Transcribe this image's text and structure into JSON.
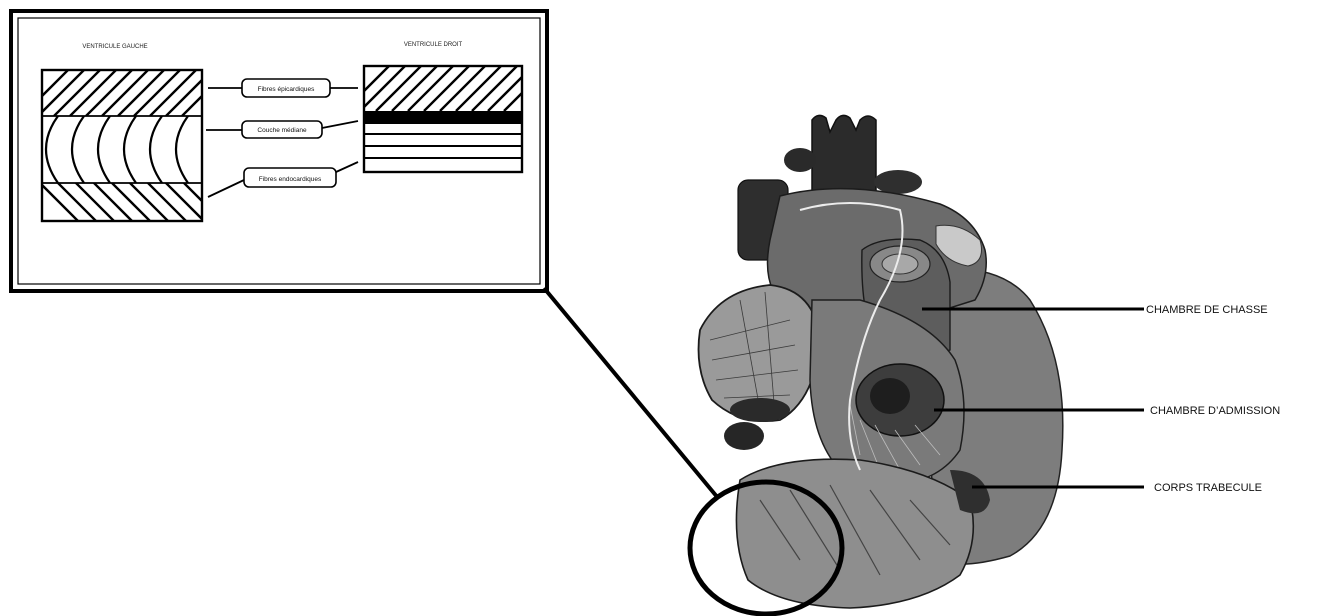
{
  "inset": {
    "left_heading": "VENTRICULE GAUCHE",
    "right_heading": "VENTRICULE DROIT",
    "layer_labels": {
      "epicardial": "Fibres épicardiques",
      "median": "Couche médiane",
      "endocardial": "Fibres endocardiques"
    }
  },
  "heart_labels": {
    "outflow": "CHAMBRE DE CHASSE",
    "inflow": "CHAMBRE D’ADMISSION",
    "trabecular": "CORPS TRABECULE"
  }
}
